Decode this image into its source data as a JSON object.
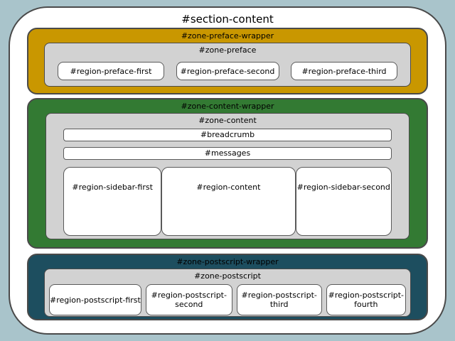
{
  "title": "#section-content",
  "colors": {
    "page_bg": "#a9c4cb",
    "container_bg": "#ffffff",
    "line": "#4a4a4a",
    "gold": "#c99700",
    "green": "#337a33",
    "teal": "#1d4e5f",
    "zone_gray": "#d2d2d2",
    "region_bg": "#ffffff"
  },
  "preface": {
    "wrapper_label": "#zone-preface-wrapper",
    "zone_label": "#zone-preface",
    "regions": [
      "#region-preface-first",
      "#region-preface-second",
      "#region-preface-third"
    ]
  },
  "content": {
    "wrapper_label": "#zone-content-wrapper",
    "zone_label": "#zone-content",
    "breadcrumb_label": "#breadcrumb",
    "messages_label": "#messages",
    "regions": [
      "#region-sidebar-first",
      "#region-content",
      "#region-sidebar-second"
    ]
  },
  "postscript": {
    "wrapper_label": "#zone-postscript-wrapper",
    "zone_label": "#zone-postscript",
    "regions": [
      "#region-postscript-first",
      "#region-postscript-second",
      "#region-postscript-third",
      "#region-postscript-fourth"
    ]
  }
}
